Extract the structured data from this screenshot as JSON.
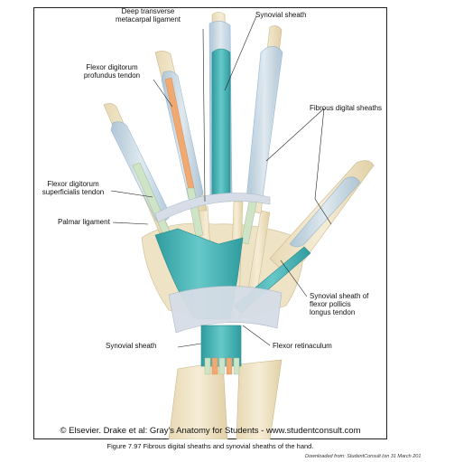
{
  "labels": {
    "deep_transverse": "Deep transverse\nmetacarpal ligament",
    "synovial_sheath_top": "Synovial sheath",
    "fdp": "Flexor digitorum\nprofundus tendon",
    "fibrous": "Fibrous digital sheaths",
    "fds": "Flexor digitorum\nsuperficialis tendon",
    "palmar_ligament": "Palmar ligament",
    "sheath_fpl": "Synovial sheath of\nflexor pollicis\nlongus tendon",
    "synovial_sheath_bottom": "Synovial sheath",
    "flexor_retinaculum": "Flexor retinaculum"
  },
  "copyright": "© Elsevier. Drake et al: Gray's Anatomy for Students - www.studentconsult.com",
  "caption": "Figure 7.97 Fibrous digital sheaths and synovial sheaths of the hand.",
  "downloaded": "Downloaded from: StudentConsult (on 31 March 201",
  "colors": {
    "bone": "#efe3c6",
    "bone_edge": "#c9b88f",
    "sheath_fibrous": "#c9dbe8",
    "synovial": "#4fb7b9",
    "tendon_fds": "#cfe3c6",
    "tendon_fdp": "#f1a972",
    "ligament": "#d6dde6"
  }
}
